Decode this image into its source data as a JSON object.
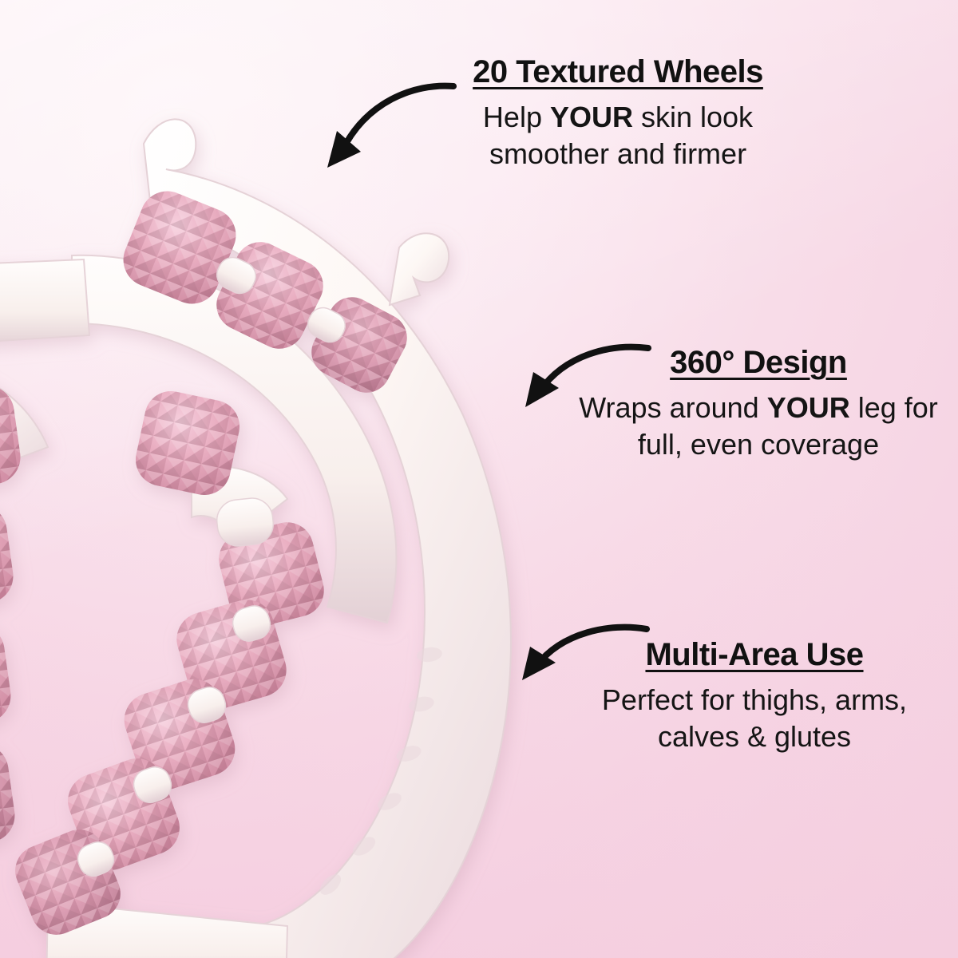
{
  "scene": {
    "background_color": "#f8dce8",
    "product_name": "pink-textured-massage-roller",
    "product_colors": {
      "frame": "#fdf8f6",
      "frame_shadow": "#e9d9de",
      "wheel": "#e8a8bd",
      "wheel_light": "#f3c3d3",
      "wheel_dark": "#d18ba3"
    }
  },
  "callouts": [
    {
      "id": "wheels",
      "headline": "20 Textured Wheels",
      "body_prefix": "Help ",
      "body_emphasis": "YOUR",
      "body_suffix": " skin look smoother and firmer",
      "arrow": "curved-arrow-down-left"
    },
    {
      "id": "design",
      "headline": "360° Design",
      "body_prefix": "Wraps around ",
      "body_emphasis": "YOUR",
      "body_suffix": " leg for full, even coverage",
      "arrow": "curved-arrow-left"
    },
    {
      "id": "multi",
      "headline": "Multi-Area Use",
      "body_prefix": "Perfect for thighs, arms, calves & glutes",
      "body_emphasis": "",
      "body_suffix": "",
      "arrow": "curved-arrow-left"
    }
  ],
  "text_color": "#111111"
}
